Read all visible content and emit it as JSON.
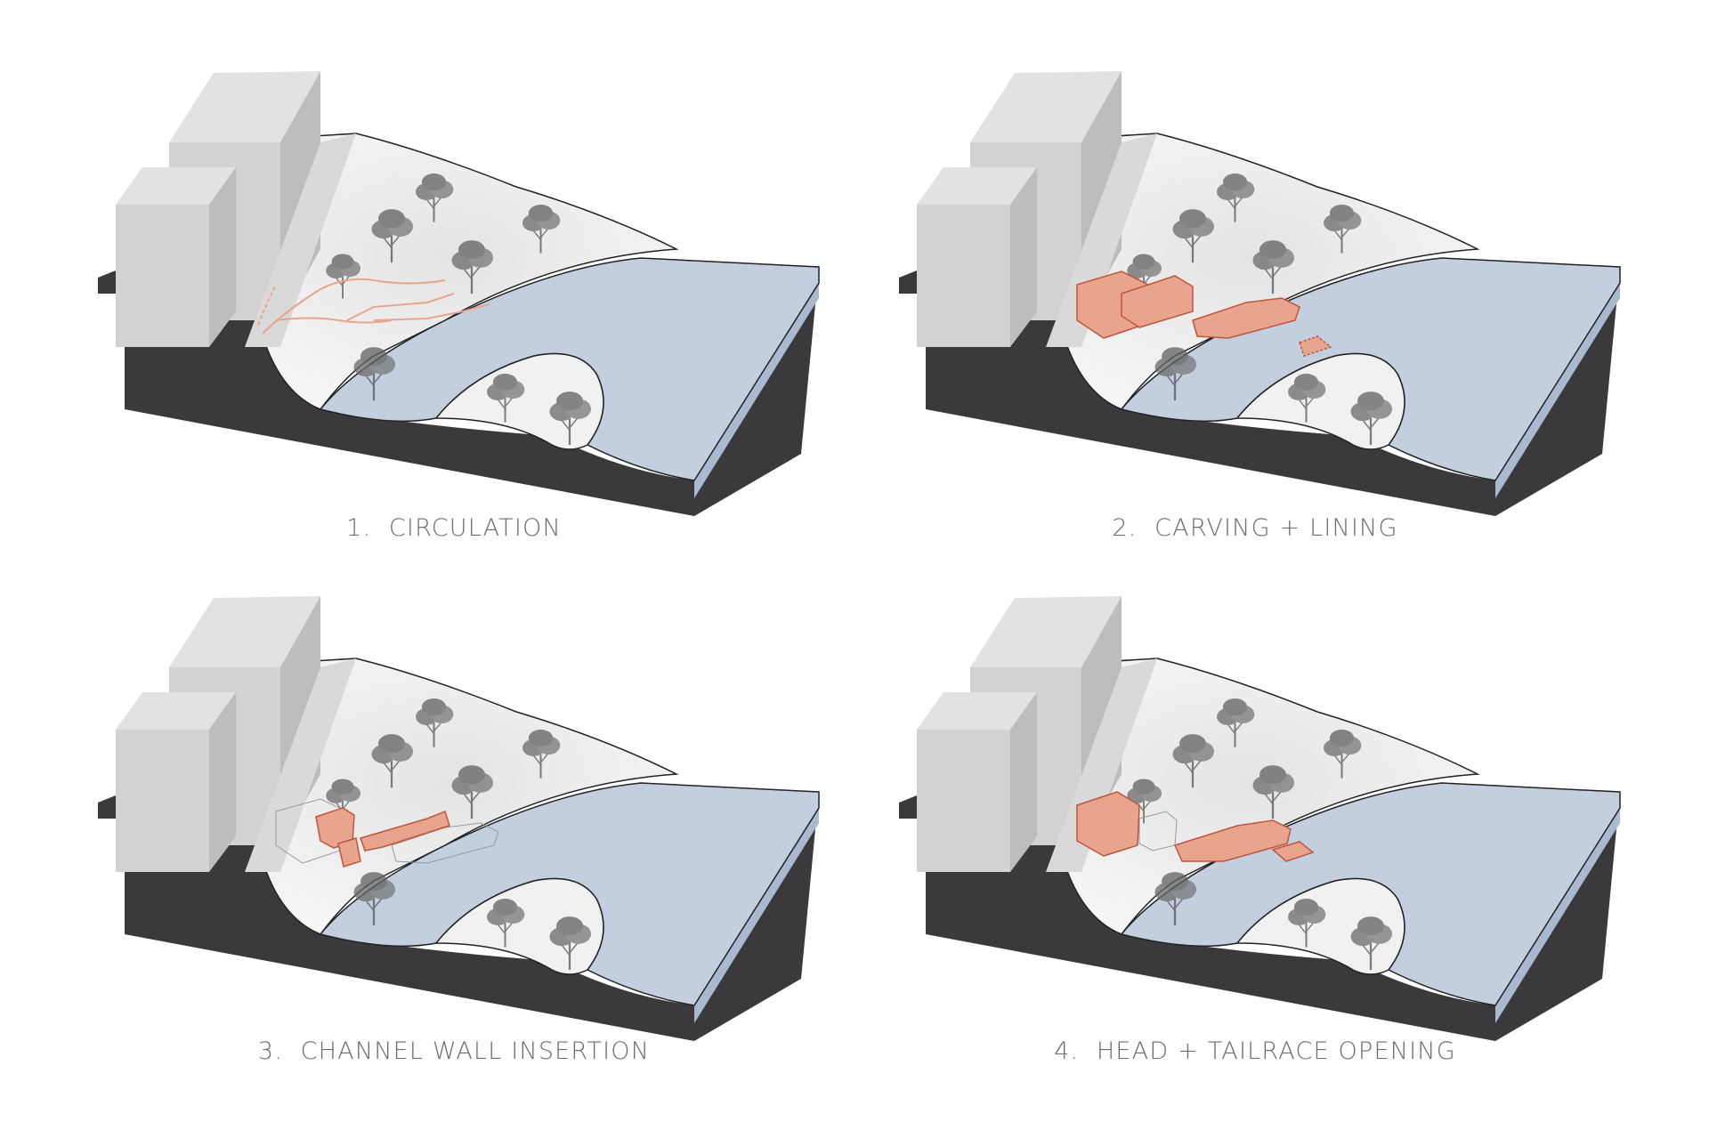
{
  "captions": [
    "1.  CIRCULATION",
    "2.  CARVING + LINING",
    "3.  CHANNEL WALL INSERTION",
    "4.  HEAD + TAILRACE OPENING"
  ],
  "colors": {
    "building_side": "#cfcfcf",
    "building_top": "#e2e2e2",
    "terrain": "#f1f1f1",
    "soil_section": "#3a3a3c",
    "water_top": "#c3cfdf",
    "water_side": "#a9b9cf",
    "trees": "#6f6f6f",
    "intervention": "#e9a48d",
    "intervention_line": "#c0553f",
    "caption_text": "#6d6d6d"
  },
  "icons": [
    "tree-icon"
  ]
}
